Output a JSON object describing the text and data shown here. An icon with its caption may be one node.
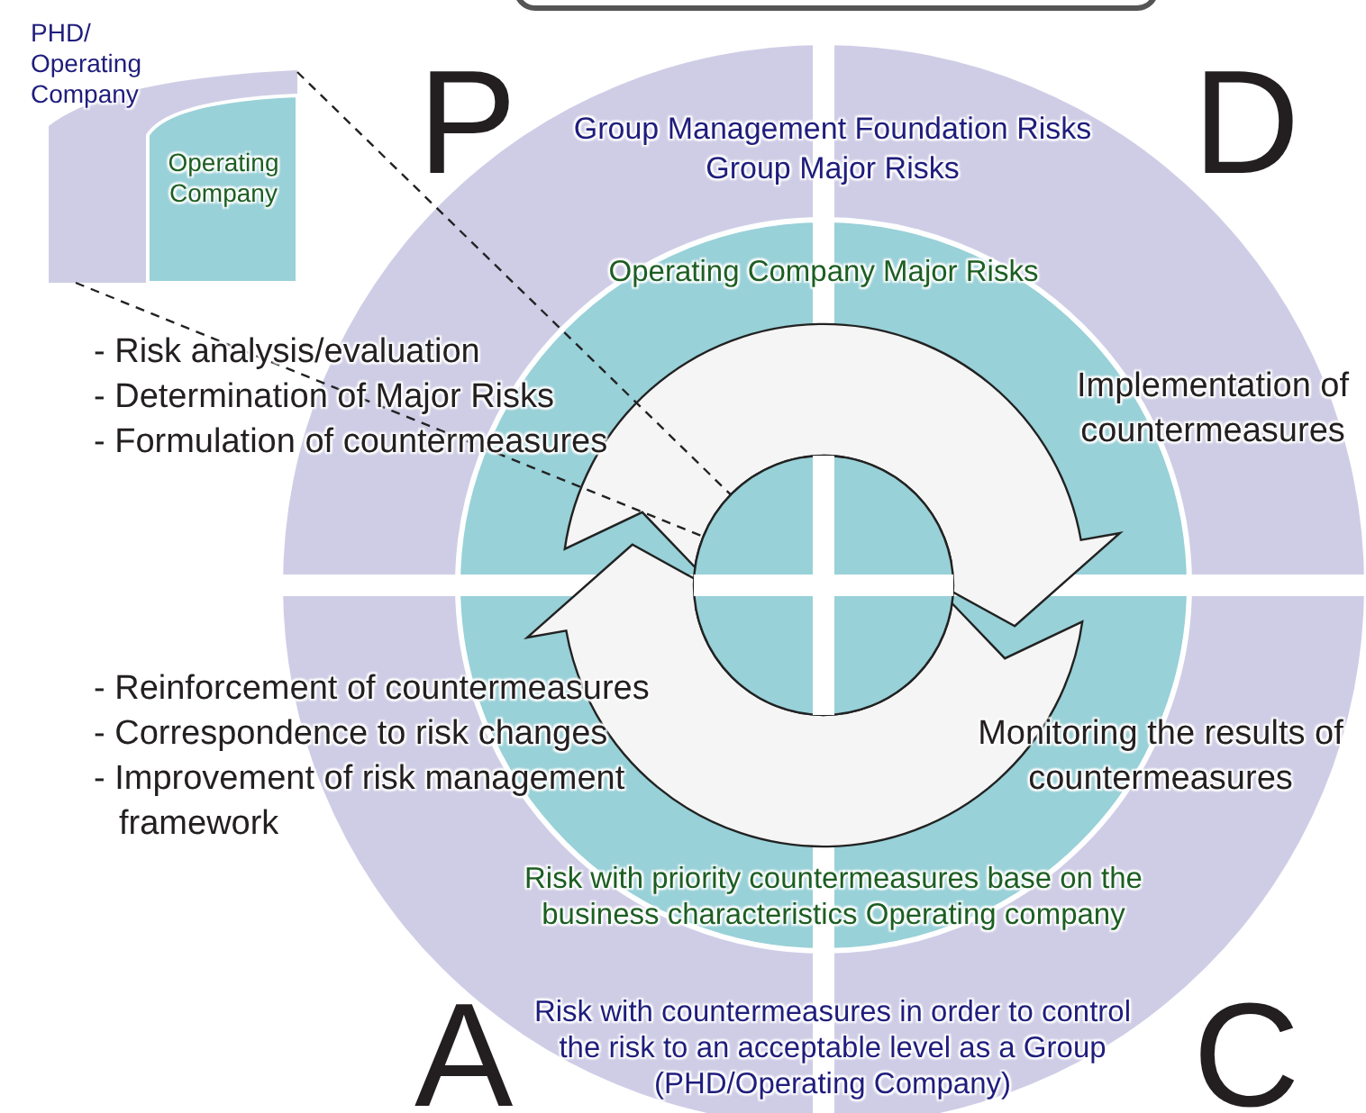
{
  "diagram": {
    "nodes": [
      {
        "text": [
          "PHD/ Operating Company"
        ]
      },
      {
        "text": [
          "Operating Company"
        ],
        "in": 0
      },
      {
        "text": [
          "Group Management Foundation Risks",
          "Group Major Risks",
          "Risk with countermeasures in order to control the risk to an acceptable level as a Group (PHD/Operating Company)"
        ]
      },
      {
        "text": [
          "Operating Company Major Risks",
          "Risk with priority countermeasures base on the business characteristics Operating company"
        ],
        "in": 2
      },
      {
        "text": [],
        "shape": "circle",
        "in": 3
      }
    ],
    "edges": [
      {
        "from": 0,
        "to": 4,
        "arrow": "none",
        "style": "dashed"
      },
      {
        "from": 0,
        "to": 4,
        "arrow": "none",
        "style": "dashed"
      }
    ],
    "labels": [
      "P",
      "D",
      "- Risk analysis/evaluation",
      "- Determination of Major Risks",
      "- Formulation of countermeasures",
      "Implementation of countermeasures",
      "- Reinforcement of countermeasures",
      "- Correspondence to risk changes",
      "- Improvement of risk management framework",
      "Monitoring the results of countermeasures",
      "A",
      "C"
    ]
  }
}
